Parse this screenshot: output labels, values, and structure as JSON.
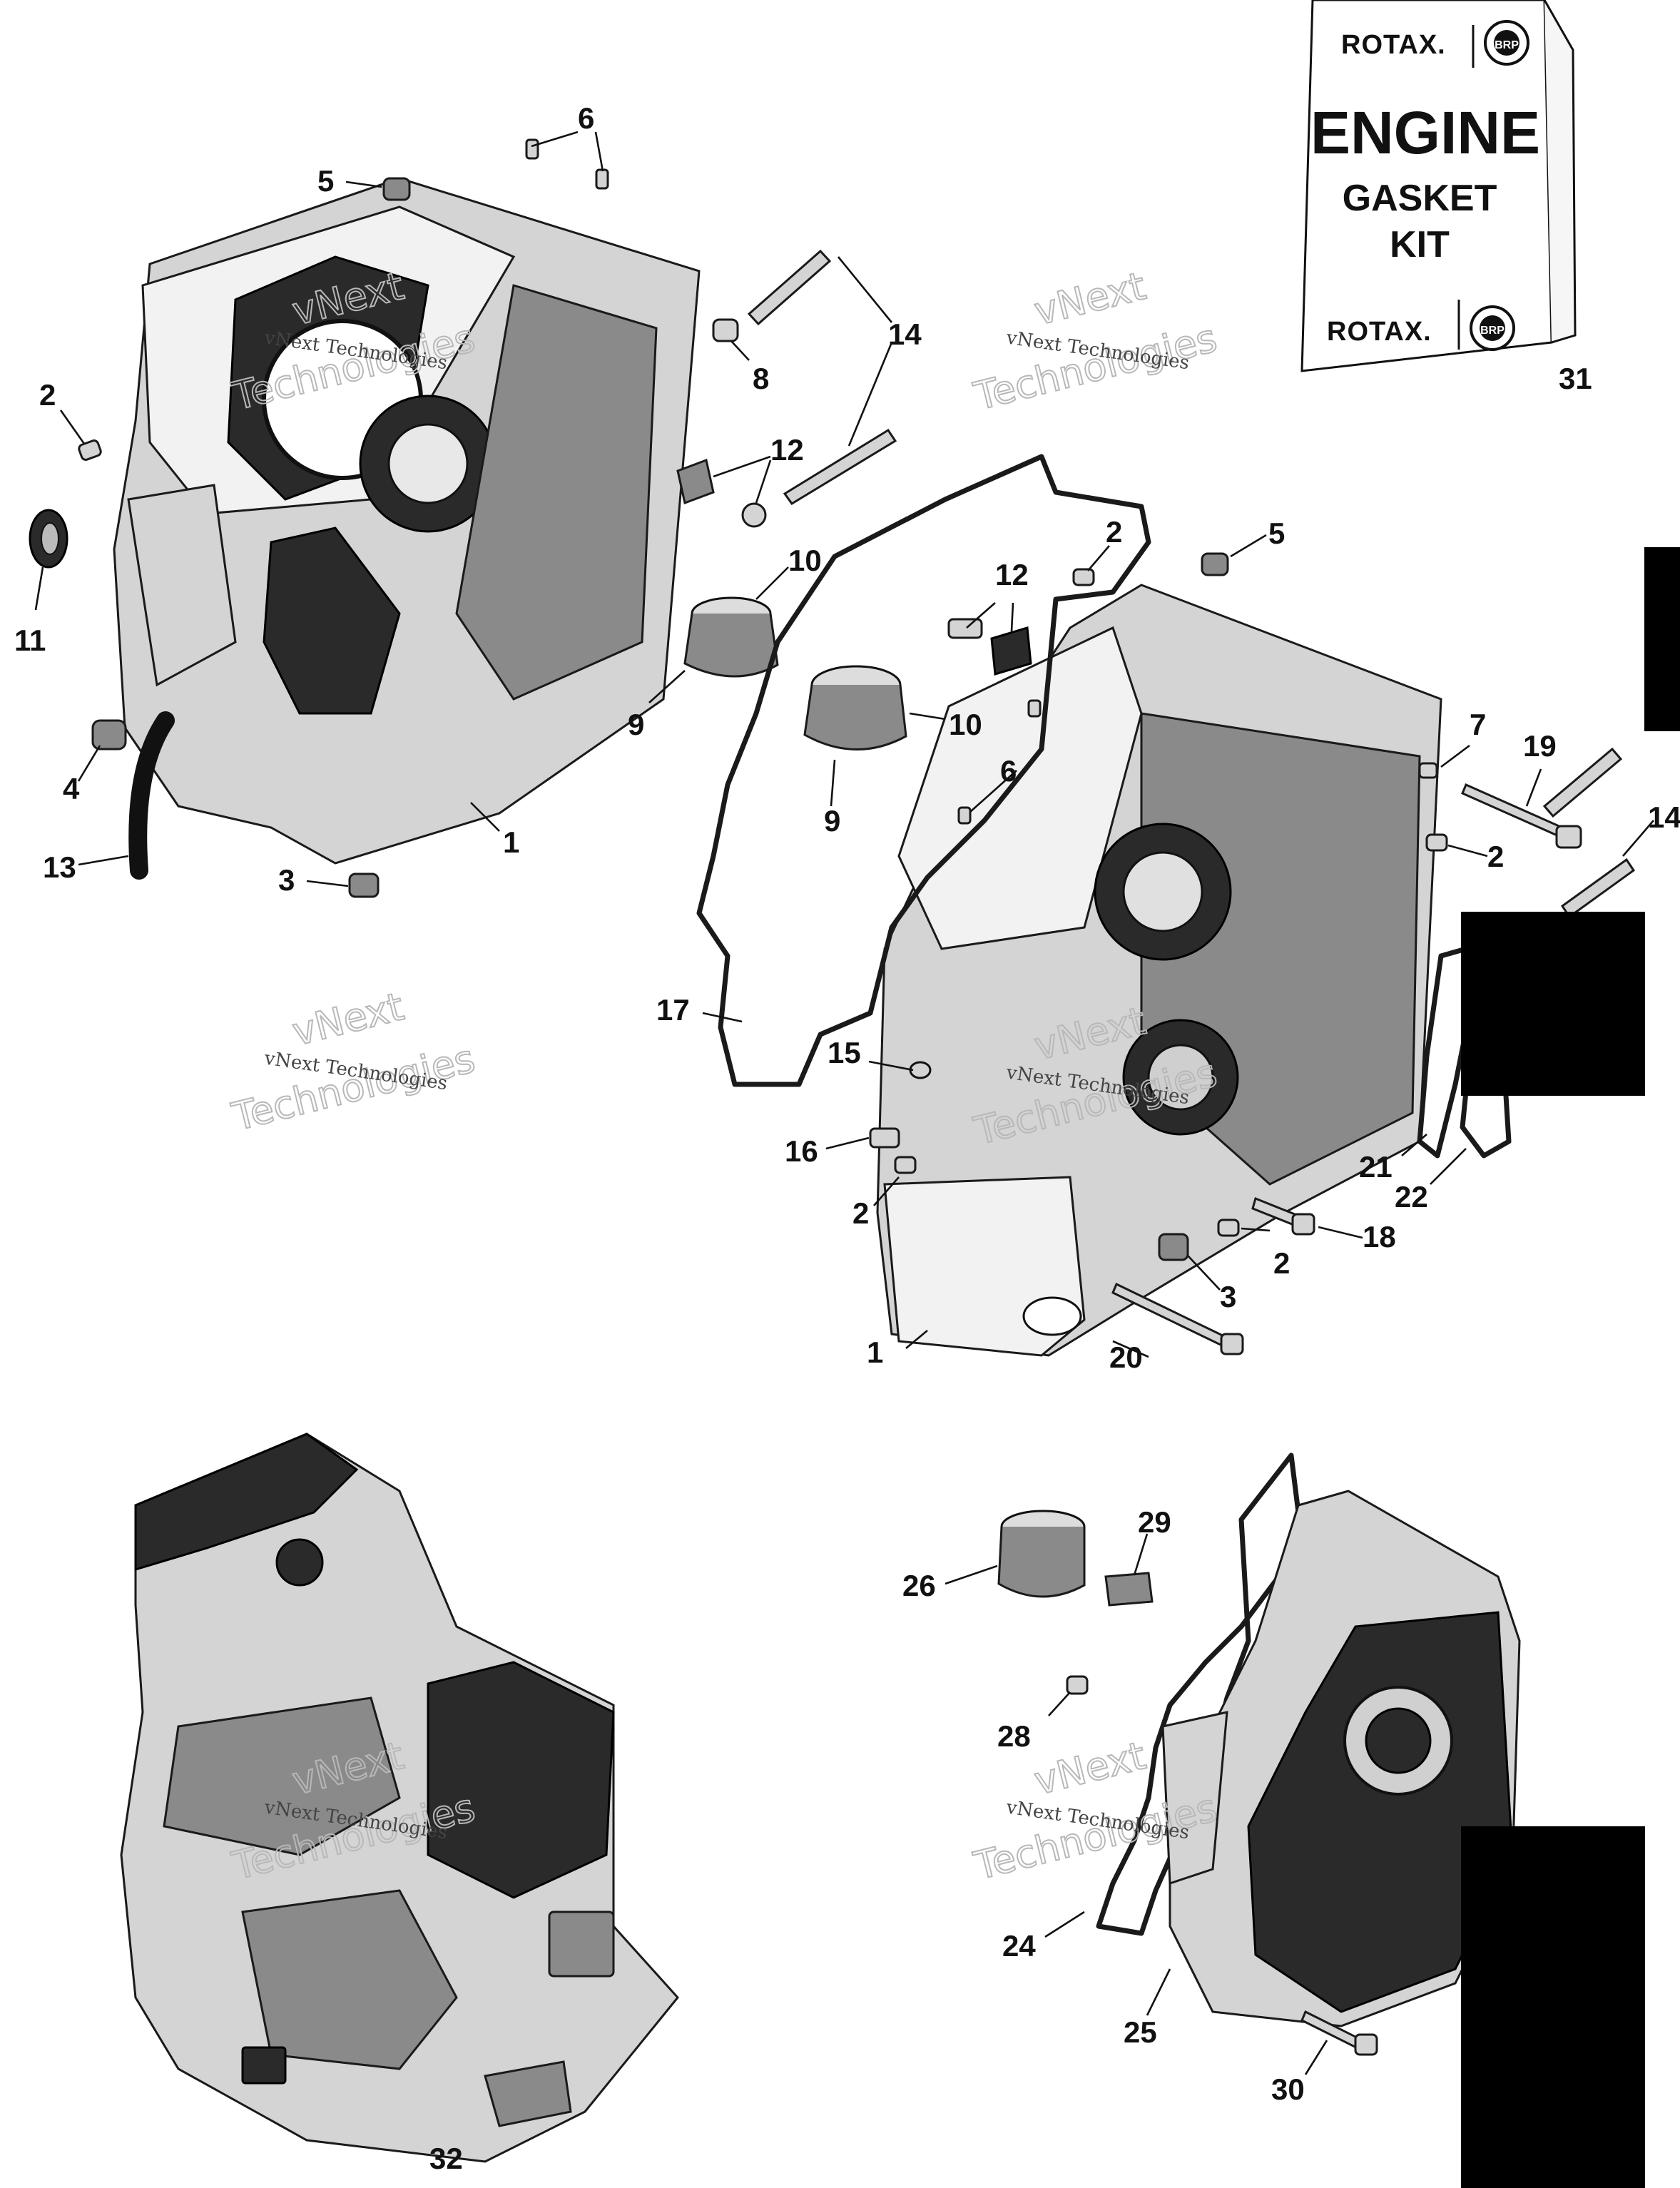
{
  "gasket_kit": {
    "brand_top": "ROTAX.",
    "brand_bottom": "ROTAX.",
    "badge": "BRP",
    "title_line1": "ENGINE",
    "title_line2": "GASKET",
    "title_line3": "KIT",
    "callout": "31"
  },
  "watermark": {
    "text_small": "vNext Technologies",
    "text_big_1": "vNext",
    "text_big_2": "Technologies"
  },
  "callouts": {
    "c1a": "1",
    "c1b": "1",
    "c2a": "2",
    "c2b": "2",
    "c2c": "2",
    "c2d": "2",
    "c2e": "2",
    "c3a": "3",
    "c3b": "3",
    "c4": "4",
    "c5a": "5",
    "c5b": "5",
    "c6a": "6",
    "c6b": "6",
    "c7": "7",
    "c8": "8",
    "c9a": "9",
    "c9b": "9",
    "c10a": "10",
    "c10b": "10",
    "c11": "11",
    "c12a": "12",
    "c12b": "12",
    "c13": "13",
    "c14a": "14",
    "c14b": "14",
    "c15": "15",
    "c16": "16",
    "c17": "17",
    "c18": "18",
    "c19": "19",
    "c20": "20",
    "c21": "21",
    "c22": "22",
    "c24": "24",
    "c25": "25",
    "c26": "26",
    "c28": "28",
    "c29": "29",
    "c30": "30",
    "c32": "32"
  }
}
